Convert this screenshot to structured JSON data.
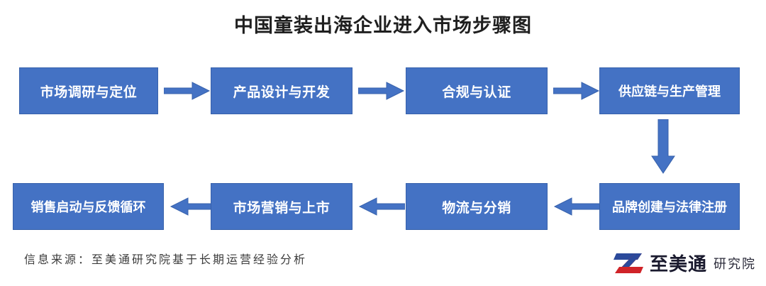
{
  "title": "中国童装出海企业进入市场步骤图",
  "colors": {
    "node_fill": "#4472C4",
    "node_border": "#3761ab",
    "node_text": "#FFFFFF",
    "arrow": "#4472C4",
    "title_text": "#1F1F1F",
    "footer_text": "#3C3C3C",
    "logo_blue": "#2B4A9B",
    "logo_red": "#D02328"
  },
  "flow": {
    "row1": [
      {
        "id": "step-1",
        "label": "市场调研与定位"
      },
      {
        "id": "step-2",
        "label": "产品设计与开发"
      },
      {
        "id": "step-3",
        "label": "合规与认证"
      },
      {
        "id": "step-4",
        "label": "供应链与生产管理"
      }
    ],
    "row2": [
      {
        "id": "step-8",
        "label": "销售启动与反馈循环"
      },
      {
        "id": "step-7",
        "label": "市场营销与上市"
      },
      {
        "id": "step-6",
        "label": "物流与分销"
      },
      {
        "id": "step-5",
        "label": "品牌创建与法律注册"
      }
    ],
    "connectors": [
      {
        "id": "arrow-1-2",
        "direction": "right"
      },
      {
        "id": "arrow-2-3",
        "direction": "right"
      },
      {
        "id": "arrow-3-4",
        "direction": "right"
      },
      {
        "id": "arrow-4-5",
        "direction": "down"
      },
      {
        "id": "arrow-5-6",
        "direction": "left"
      },
      {
        "id": "arrow-6-7",
        "direction": "left"
      },
      {
        "id": "arrow-7-8",
        "direction": "left"
      }
    ]
  },
  "footer": {
    "source": "信息来源：至美通研究院基于长期运营经验分析",
    "logo_name": "至美通",
    "logo_sub": "研究院"
  },
  "chart_data": {
    "type": "diagram",
    "diagram_kind": "flowchart",
    "title": "中国童装出海企业进入市场步骤图",
    "flow_direction": "serpentine (row 1 left-to-right, row 2 right-to-left)",
    "nodes": [
      {
        "order": 1,
        "label": "市场调研与定位"
      },
      {
        "order": 2,
        "label": "产品设计与开发"
      },
      {
        "order": 3,
        "label": "合规与认证"
      },
      {
        "order": 4,
        "label": "供应链与生产管理"
      },
      {
        "order": 5,
        "label": "品牌创建与法律注册"
      },
      {
        "order": 6,
        "label": "物流与分销"
      },
      {
        "order": 7,
        "label": "市场营销与上市"
      },
      {
        "order": 8,
        "label": "销售启动与反馈循环"
      }
    ],
    "edges": [
      {
        "from": "市场调研与定位",
        "to": "产品设计与开发",
        "direction": "right"
      },
      {
        "from": "产品设计与开发",
        "to": "合规与认证",
        "direction": "right"
      },
      {
        "from": "合规与认证",
        "to": "供应链与生产管理",
        "direction": "right"
      },
      {
        "from": "供应链与生产管理",
        "to": "品牌创建与法律注册",
        "direction": "down"
      },
      {
        "from": "品牌创建与法律注册",
        "to": "物流与分销",
        "direction": "left"
      },
      {
        "from": "物流与分销",
        "to": "市场营销与上市",
        "direction": "left"
      },
      {
        "from": "市场营销与上市",
        "to": "销售启动与反馈循环",
        "direction": "left"
      }
    ],
    "source_note": "信息来源：至美通研究院基于长期运营经验分析"
  }
}
